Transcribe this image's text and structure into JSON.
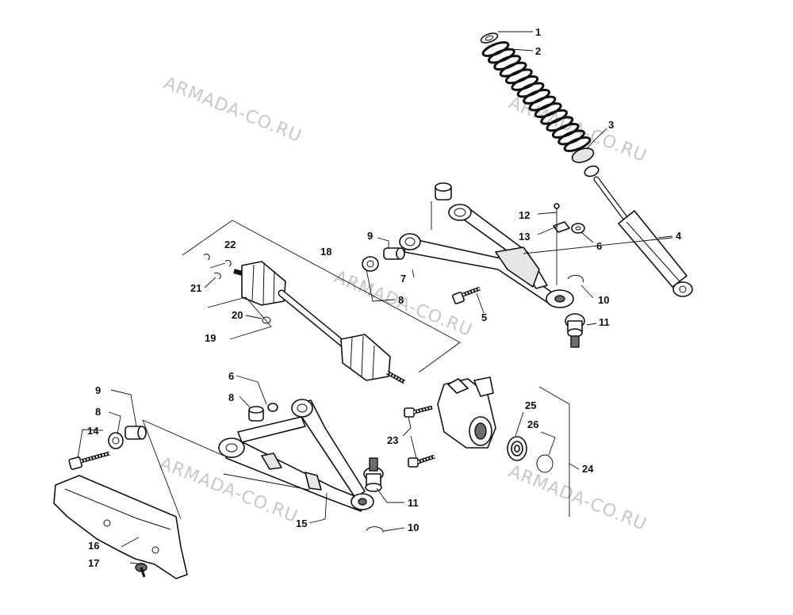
{
  "watermark": "ARMADA-CO.RU",
  "callouts": {
    "c1": "1",
    "c2": "2",
    "c3": "3",
    "c4": "4",
    "c5": "5",
    "c6a": "6",
    "c6b": "6",
    "c7": "7",
    "c8a": "8",
    "c8b": "8",
    "c8c": "8",
    "c9a": "9",
    "c9b": "9",
    "c10a": "10",
    "c10b": "10",
    "c11a": "11",
    "c11b": "11",
    "c12": "12",
    "c13": "13",
    "c14": "14",
    "c15": "15",
    "c16": "16",
    "c17": "17",
    "c18": "18",
    "c19": "19",
    "c20": "20",
    "c21": "21",
    "c22": "22",
    "c23": "23",
    "c24": "24",
    "c25": "25",
    "c26": "26"
  }
}
